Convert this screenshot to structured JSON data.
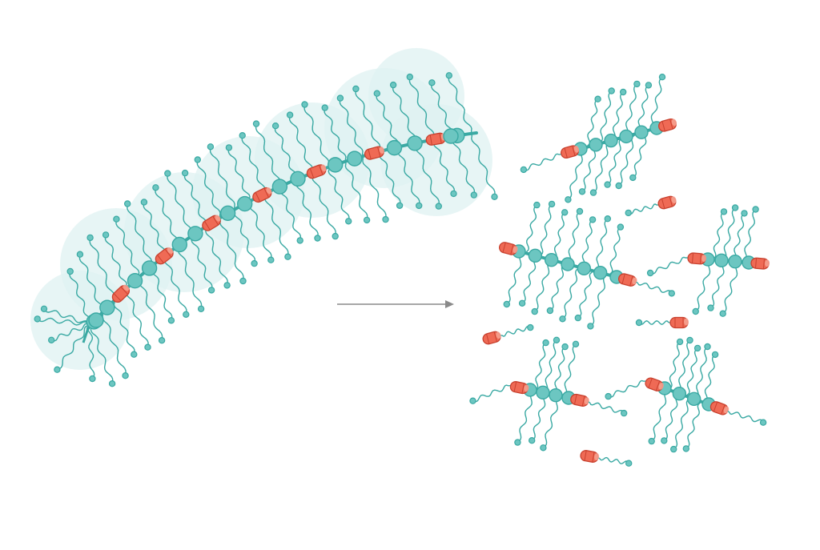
{
  "figure": {
    "description_text": "",
    "colors": {
      "background": "#ffffff",
      "teal_fill": "#6cc6c1",
      "teal_stroke": "#3aa9a3",
      "teal_halo": "#dff2f2",
      "red_fill": "#ef6a55",
      "red_stroke": "#c8412f",
      "red_highlight": "#f6a393",
      "arrow": "#8a8a8a"
    },
    "icons": {
      "left": "intact-polymer-brush",
      "arrow": "right-arrow",
      "right": "fragmented-polymer-pieces"
    }
  }
}
